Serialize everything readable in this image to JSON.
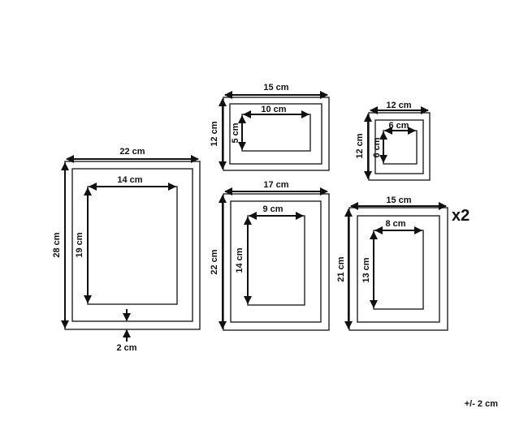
{
  "frames": [
    {
      "id": "frame-22x28",
      "outer_width": "22 cm",
      "outer_height": "28 cm",
      "inner_width": "14 cm",
      "inner_height": "19 cm",
      "border": "2 cm"
    },
    {
      "id": "frame-15x12",
      "outer_width": "15 cm",
      "outer_height": "12 cm",
      "inner_width": "10 cm",
      "inner_height": "5 cm"
    },
    {
      "id": "frame-12x12",
      "outer_width": "12 cm",
      "outer_height": "12 cm",
      "inner_width": "6 cm",
      "inner_height": "6 cm"
    },
    {
      "id": "frame-17x22",
      "outer_width": "17 cm",
      "outer_height": "22 cm",
      "inner_width": "9 cm",
      "inner_height": "14 cm"
    },
    {
      "id": "frame-15x21",
      "outer_width": "15 cm",
      "outer_height": "21 cm",
      "inner_width": "8 cm",
      "inner_height": "13 cm",
      "quantity": "x2"
    }
  ],
  "tolerance_note": "+/- 2 cm"
}
